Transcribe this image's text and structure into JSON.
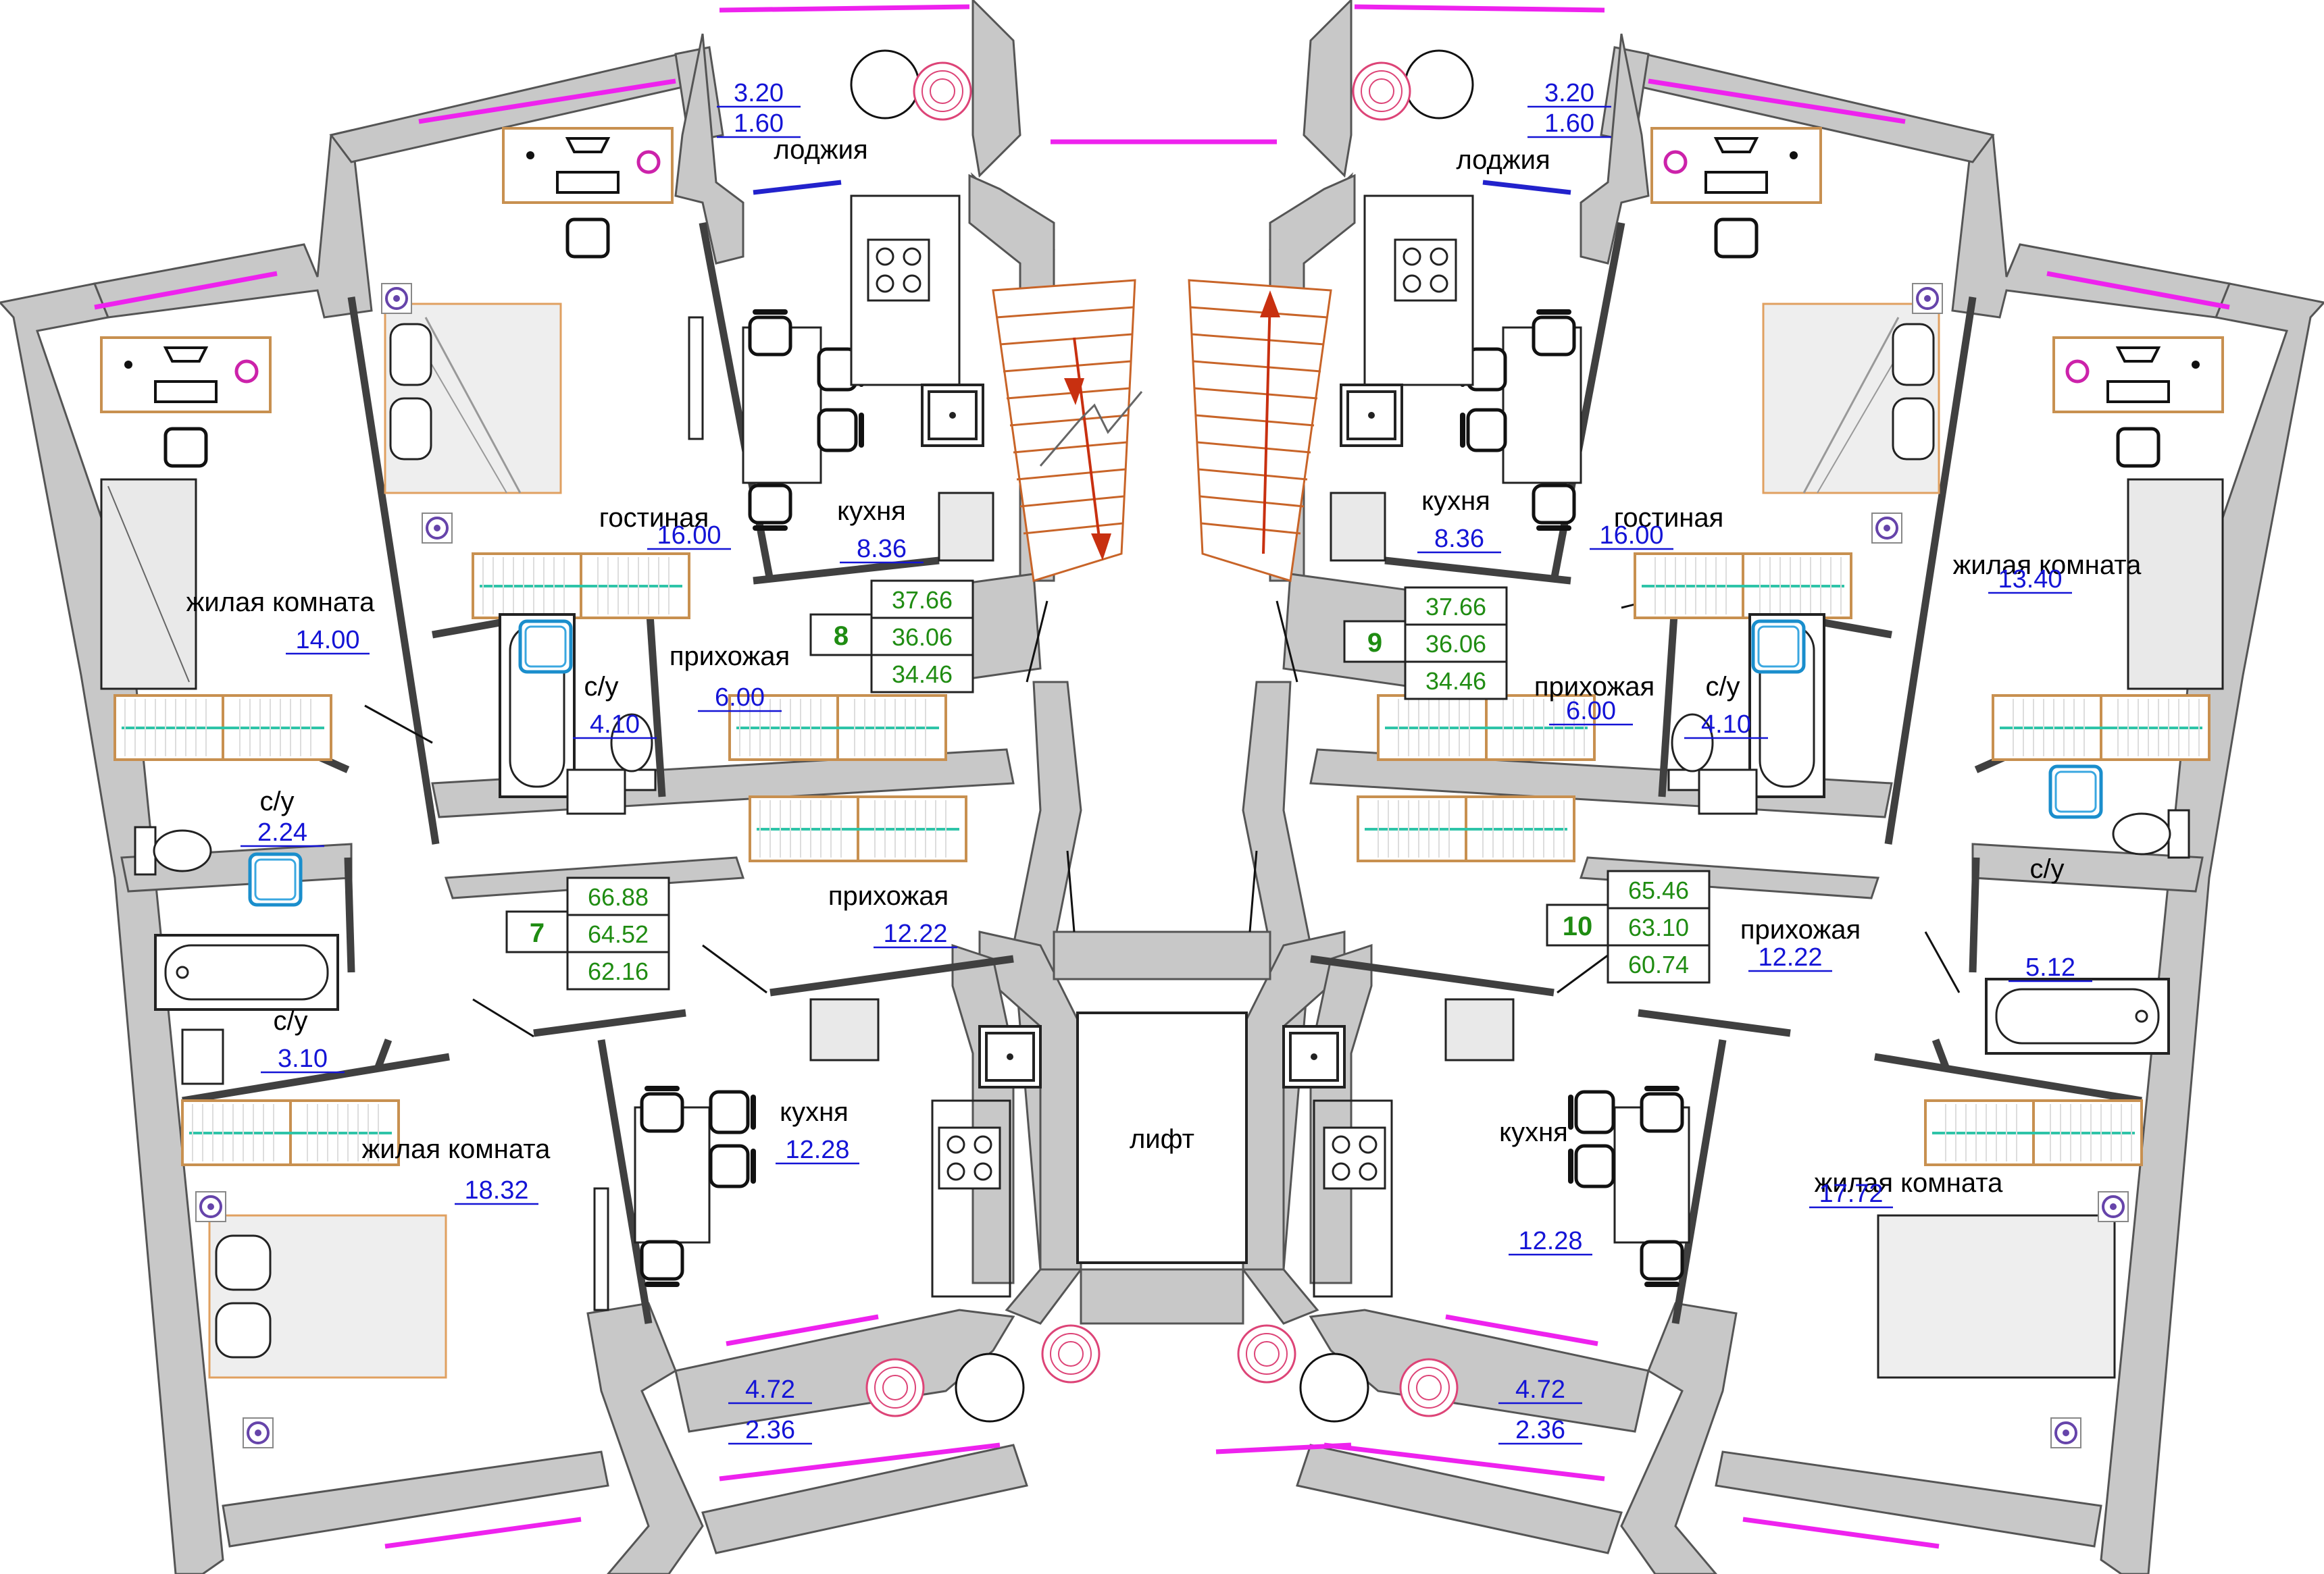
{
  "colors": {
    "wall": "#c8c8c8",
    "area_text": "#1414d6",
    "apartment_table": "#1f8c12",
    "window": "#ee22ee",
    "stairs": "#c86428",
    "wardrobe": "#c89050"
  },
  "rooms": [
    {
      "label": "лоджия",
      "area": "3.20"
    },
    {
      "label": "",
      "area": "1.60"
    },
    {
      "label": "лоджия",
      "area": "3.20"
    },
    {
      "label": "",
      "area": "1.60"
    },
    {
      "label": "гостиная",
      "area": "16.00"
    },
    {
      "label": "кухня",
      "area": "8.36"
    },
    {
      "label": "кухня",
      "area": "8.36"
    },
    {
      "label": "гостиная",
      "area": "16.00"
    },
    {
      "label": "жилая комната",
      "area": "14.00"
    },
    {
      "label": "жилая комната",
      "area": "13.40"
    },
    {
      "label": "с/у",
      "area": "4.10"
    },
    {
      "label": "прихожая",
      "area": "6.00"
    },
    {
      "label": "прихожая",
      "area": "6.00"
    },
    {
      "label": "с/у",
      "area": "4.10"
    },
    {
      "label": "с/у",
      "area": "2.24"
    },
    {
      "label": "с/у",
      "area": "3.10"
    },
    {
      "label": "с/у",
      "area": "5.12"
    },
    {
      "label": "прихожая",
      "area": "12.22"
    },
    {
      "label": "прихожая",
      "area": "12.22"
    },
    {
      "label": "кухня",
      "area": "12.28"
    },
    {
      "label": "кухня",
      "area": "12.28"
    },
    {
      "label": "жилая комната",
      "area": "18.32"
    },
    {
      "label": "жилая комната",
      "area": "17.72"
    },
    {
      "label": "",
      "area": "4.72"
    },
    {
      "label": "",
      "area": "2.36"
    },
    {
      "label": "",
      "area": "4.72"
    },
    {
      "label": "",
      "area": "2.36"
    }
  ],
  "apartments": [
    {
      "number": "8",
      "areas": [
        "37.66",
        "36.06",
        "34.46"
      ]
    },
    {
      "number": "9",
      "areas": [
        "37.66",
        "36.06",
        "34.46"
      ]
    },
    {
      "number": "7",
      "areas": [
        "66.88",
        "64.52",
        "62.16"
      ]
    },
    {
      "number": "10",
      "areas": [
        "65.46",
        "63.10",
        "60.74"
      ]
    }
  ],
  "lift": {
    "label": "лифт"
  }
}
